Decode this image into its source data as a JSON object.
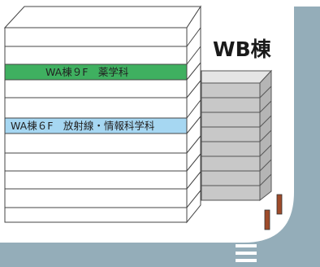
{
  "buildings": {
    "wa": {
      "floor_9f_label": "WA棟９F　薬学科",
      "floor_6f_label": "WA棟６F　放射線・情報科学科"
    },
    "wb": {
      "name": "WB棟"
    }
  },
  "colors": {
    "road": "#94adb9",
    "floor_9f": "#3fb060",
    "floor_6f": "#a6d7f2",
    "wb_building": "#c8c8c8",
    "wa_outline": "#444444",
    "bollard": "#9e4b2a"
  }
}
